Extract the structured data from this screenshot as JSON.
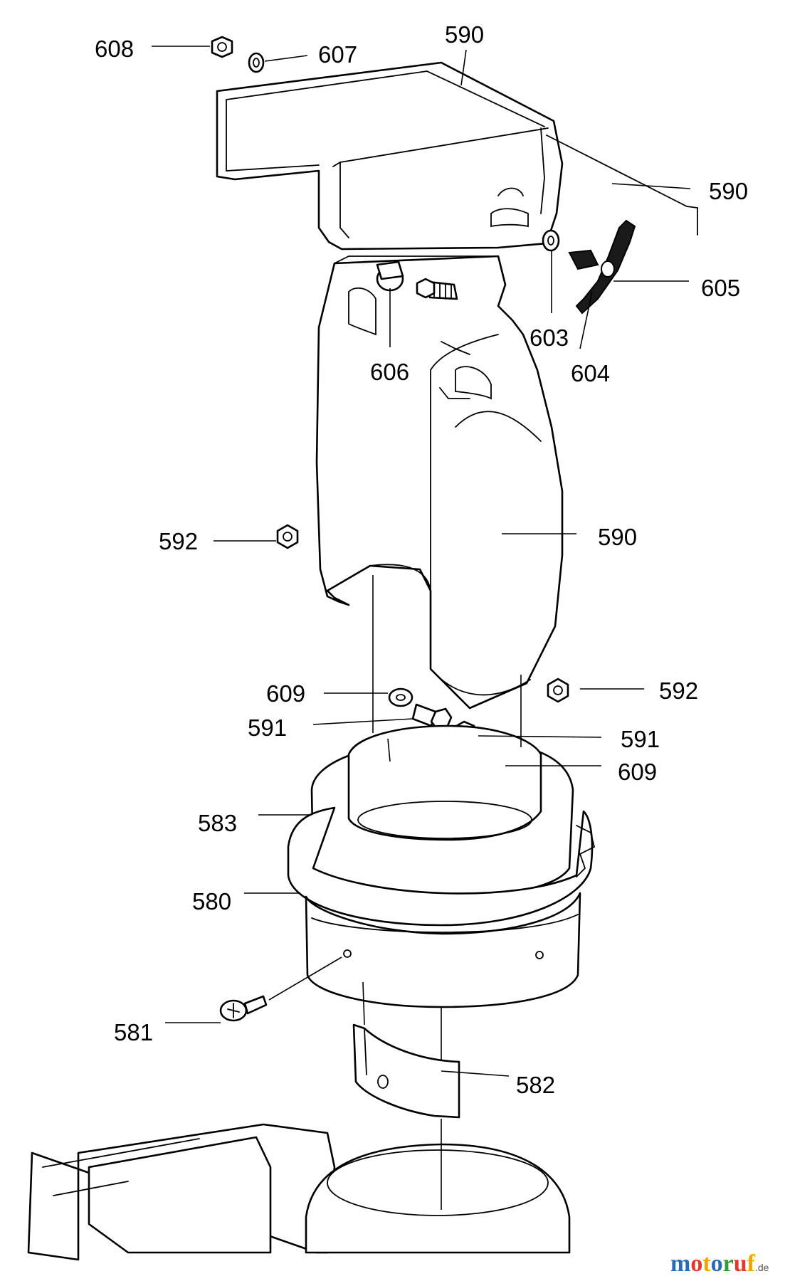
{
  "callouts": [
    {
      "id": "c608a",
      "text": "608"
    },
    {
      "id": "c607a",
      "text": "607"
    },
    {
      "id": "c590a",
      "text": "590"
    },
    {
      "id": "c590b",
      "text": "590"
    },
    {
      "id": "c605a",
      "text": "605"
    },
    {
      "id": "c603a",
      "text": "603"
    },
    {
      "id": "c606a",
      "text": "606"
    },
    {
      "id": "c604a",
      "text": "604"
    },
    {
      "id": "c592a",
      "text": "592"
    },
    {
      "id": "c590c",
      "text": "590"
    },
    {
      "id": "c609a",
      "text": "609"
    },
    {
      "id": "c592b",
      "text": "592"
    },
    {
      "id": "c591a",
      "text": "591"
    },
    {
      "id": "c591b",
      "text": "591"
    },
    {
      "id": "c609b",
      "text": "609"
    },
    {
      "id": "c583a",
      "text": "583"
    },
    {
      "id": "c580a",
      "text": "580"
    },
    {
      "id": "c581a",
      "text": "581"
    },
    {
      "id": "c582a",
      "text": "582"
    }
  ],
  "watermark": {
    "segments": [
      {
        "text": "m",
        "color": "#2a6bb5"
      },
      {
        "text": "o",
        "color": "#e23a2a"
      },
      {
        "text": "t",
        "color": "#f2a500"
      },
      {
        "text": "o",
        "color": "#2a6bb5"
      },
      {
        "text": "r",
        "color": "#3a9a3a"
      },
      {
        "text": "u",
        "color": "#e23a2a"
      },
      {
        "text": "f",
        "color": "#f2a500"
      }
    ],
    "suffix": ".de"
  }
}
